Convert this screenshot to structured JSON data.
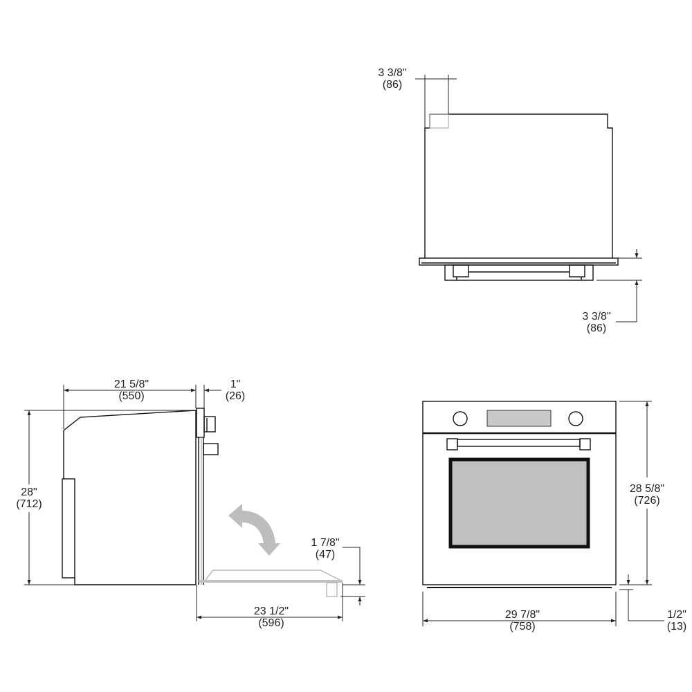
{
  "title": "Built-in wall oven dimension drawing",
  "colors": {
    "line": "#111111",
    "glass": "#c0c0c0",
    "display": "#c8c8c8",
    "ghost": "#aaaaaa"
  },
  "top_view": {
    "rear_offset": {
      "imperial": "3 3/8\"",
      "metric": "(86)"
    },
    "trim_depth": {
      "imperial": "3 3/8\"",
      "metric": "(86)"
    }
  },
  "side_view": {
    "depth": {
      "imperial": "21 5/8\"",
      "metric": "(550)"
    },
    "door_thickness": {
      "imperial": "1\"",
      "metric": "(26)"
    },
    "height": {
      "imperial": "28\"",
      "metric": "(712)"
    },
    "door_open_depth": {
      "imperial": "23 1/2\"",
      "metric": "(596)"
    },
    "door_drop": {
      "imperial": "1 7/8\"",
      "metric": "(47)"
    }
  },
  "front_view": {
    "height": {
      "imperial": "28 5/8\"",
      "metric": "(726)"
    },
    "width": {
      "imperial": "29 7/8\"",
      "metric": "(758)"
    },
    "bottom_gap": {
      "imperial": "1/2\"",
      "metric": "(13)"
    }
  }
}
